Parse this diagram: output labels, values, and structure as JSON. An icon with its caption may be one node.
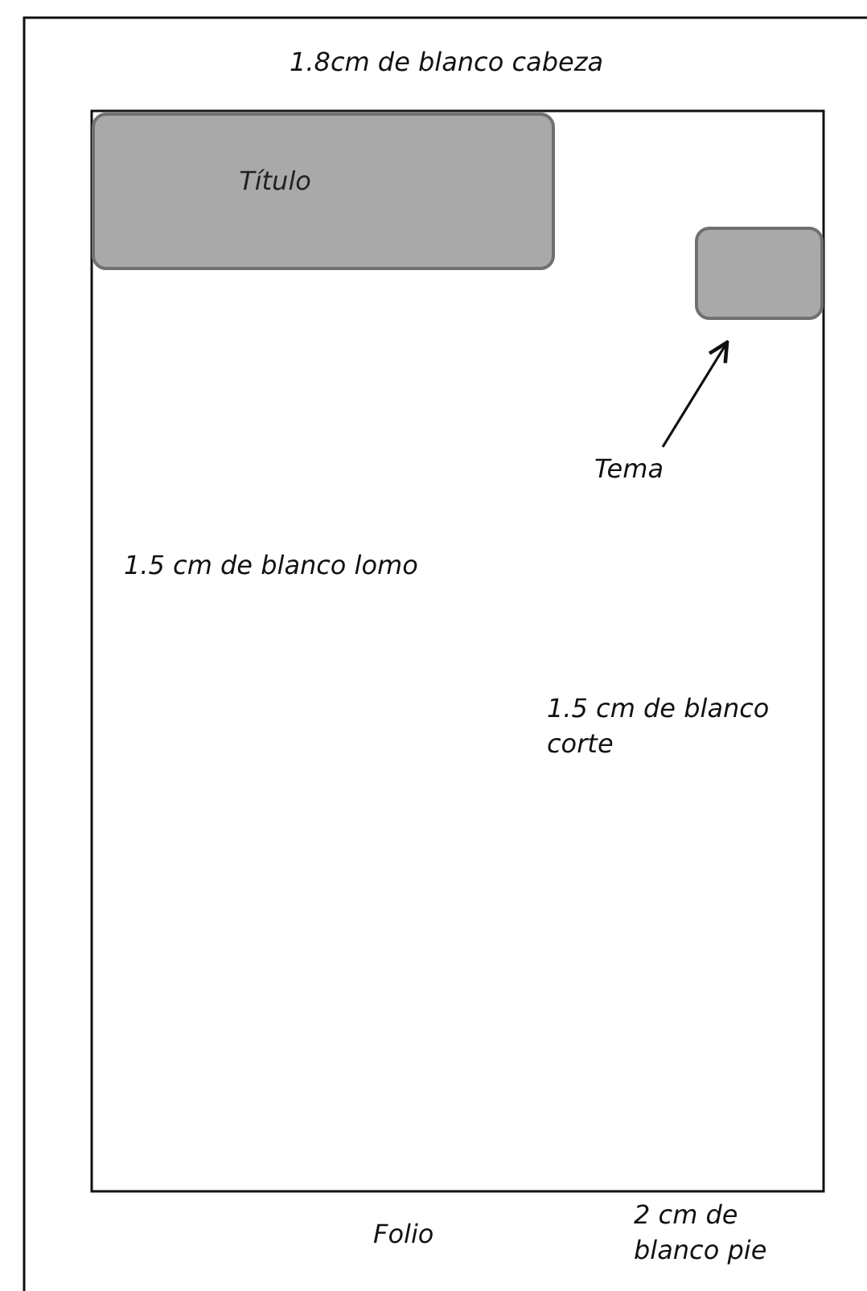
{
  "diagram": {
    "nodes": [
      {
        "text": [
          "Título"
        ]
      },
      {
        "text": [],
        "shape": "box"
      },
      {
        "text": [
          "Tema"
        ]
      }
    ],
    "edges": [
      {
        "from": 2,
        "to": 1,
        "arrow": "to"
      }
    ],
    "labels": [
      "1.8cm de blanco cabeza",
      "1.5 cm de blanco lomo",
      "1.5 cm de blanco corte",
      "Folio",
      "2 cm de blanco pie"
    ]
  }
}
